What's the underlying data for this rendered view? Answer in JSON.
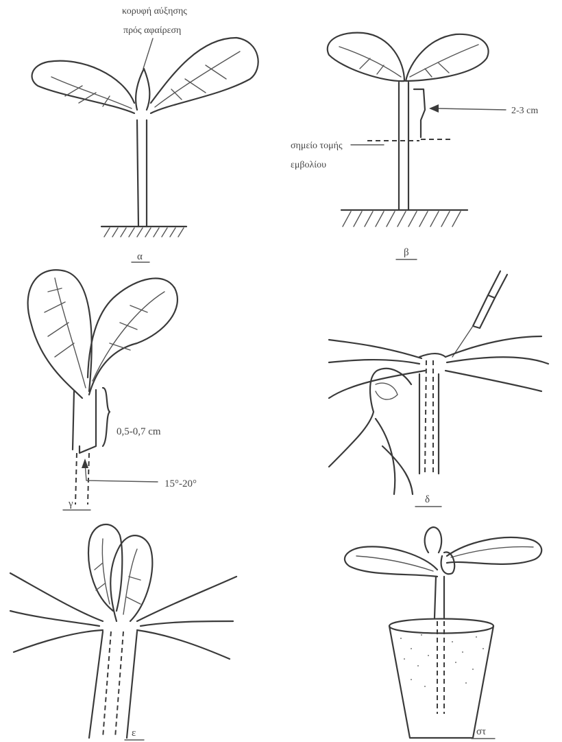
{
  "panels": [
    {
      "id": "a",
      "label": "α"
    },
    {
      "id": "b",
      "label": "β"
    },
    {
      "id": "c",
      "label": "γ"
    },
    {
      "id": "d",
      "label": "δ"
    },
    {
      "id": "e",
      "label": "ε"
    },
    {
      "id": "f",
      "label": "στ"
    }
  ],
  "annotations": {
    "growth_tip_line1": "κορυφή αύξησης",
    "growth_tip_line2": "πρός αφαίρεση",
    "height_range": "2-3 cm",
    "cut_point_line1": "σημείο τομής",
    "cut_point_line2": "εμβολίου",
    "cut_length": "0,5-0,7 cm",
    "cut_angle": "15°-20°"
  }
}
